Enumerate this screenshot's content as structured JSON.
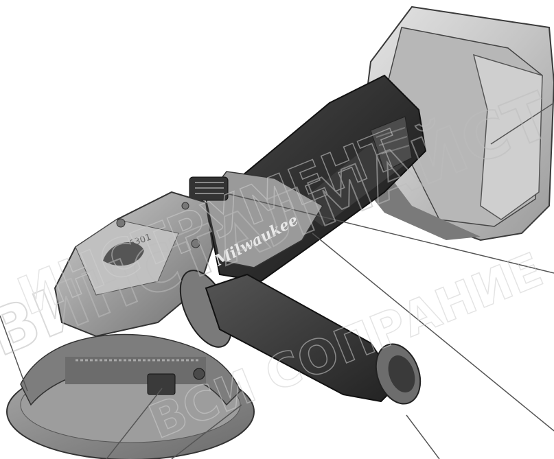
{
  "diagram": {
    "brand_text": "Milwaukee",
    "head_marking": "6301"
  },
  "watermark": {
    "line1": "ВИНСТАЛМАЙСТ",
    "line2": "ИНСТРУМЕНТ",
    "line3": "ВСИ СОПРАНИЕ",
    "color": "#c9c9c9"
  },
  "colors": {
    "body_dark": "#2b2b2b",
    "body_mid": "#5a5a5a",
    "metal_light": "#bdbdbd",
    "metal_mid": "#8f8f8f",
    "leader_line": "#555555"
  }
}
